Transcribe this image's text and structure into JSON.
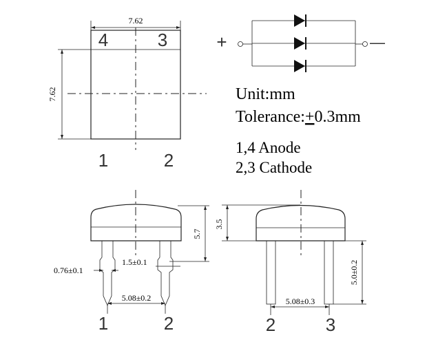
{
  "top_view": {
    "width_label": "7.62",
    "height_label": "7.62",
    "pins": {
      "top_left": "4",
      "top_right": "3",
      "bottom_left": "1",
      "bottom_right": "2"
    }
  },
  "schematic": {
    "plus": "+",
    "minus": "—"
  },
  "notes": {
    "unit": "Unit:mm",
    "tolerance_prefix": "Tolerance:",
    "tolerance_pm": "+",
    "tolerance_value": "0.3mm",
    "anode": "1,4 Anode",
    "cathode": "2,3 Cathode"
  },
  "front_view": {
    "height_label": "5.7",
    "lead_width_label": "0.76±0.1",
    "lead_spacing_label": "1.5±0.1",
    "pitch_label": "5.08±0.2",
    "pins": {
      "left": "1",
      "right": "2"
    }
  },
  "side_view": {
    "body_height_label": "3.5",
    "lead_length_label": "5.0±0.2",
    "pitch_label": "5.08±0.3",
    "pins": {
      "left": "2",
      "right": "3"
    }
  }
}
